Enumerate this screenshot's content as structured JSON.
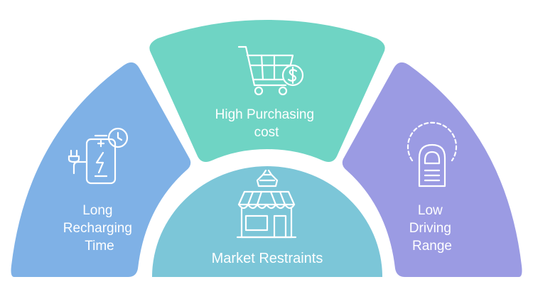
{
  "diagram": {
    "center": {
      "label": "Market Restraints",
      "icon": "storefront-icon",
      "color": "#7cc6d8"
    },
    "segments": [
      {
        "id": "left",
        "lines": [
          "Long",
          "Recharging",
          "Time"
        ],
        "icon": "phone-battery-charging-icon",
        "color": "#7fb1e6"
      },
      {
        "id": "top",
        "lines": [
          "High Purchasing",
          "cost"
        ],
        "icon": "shopping-cart-dollar-icon",
        "color": "#6fd4c4"
      },
      {
        "id": "right",
        "lines": [
          "Low",
          "Driving",
          "Range"
        ],
        "icon": "fingerprint-gauge-icon",
        "color": "#9b9be3"
      }
    ]
  }
}
